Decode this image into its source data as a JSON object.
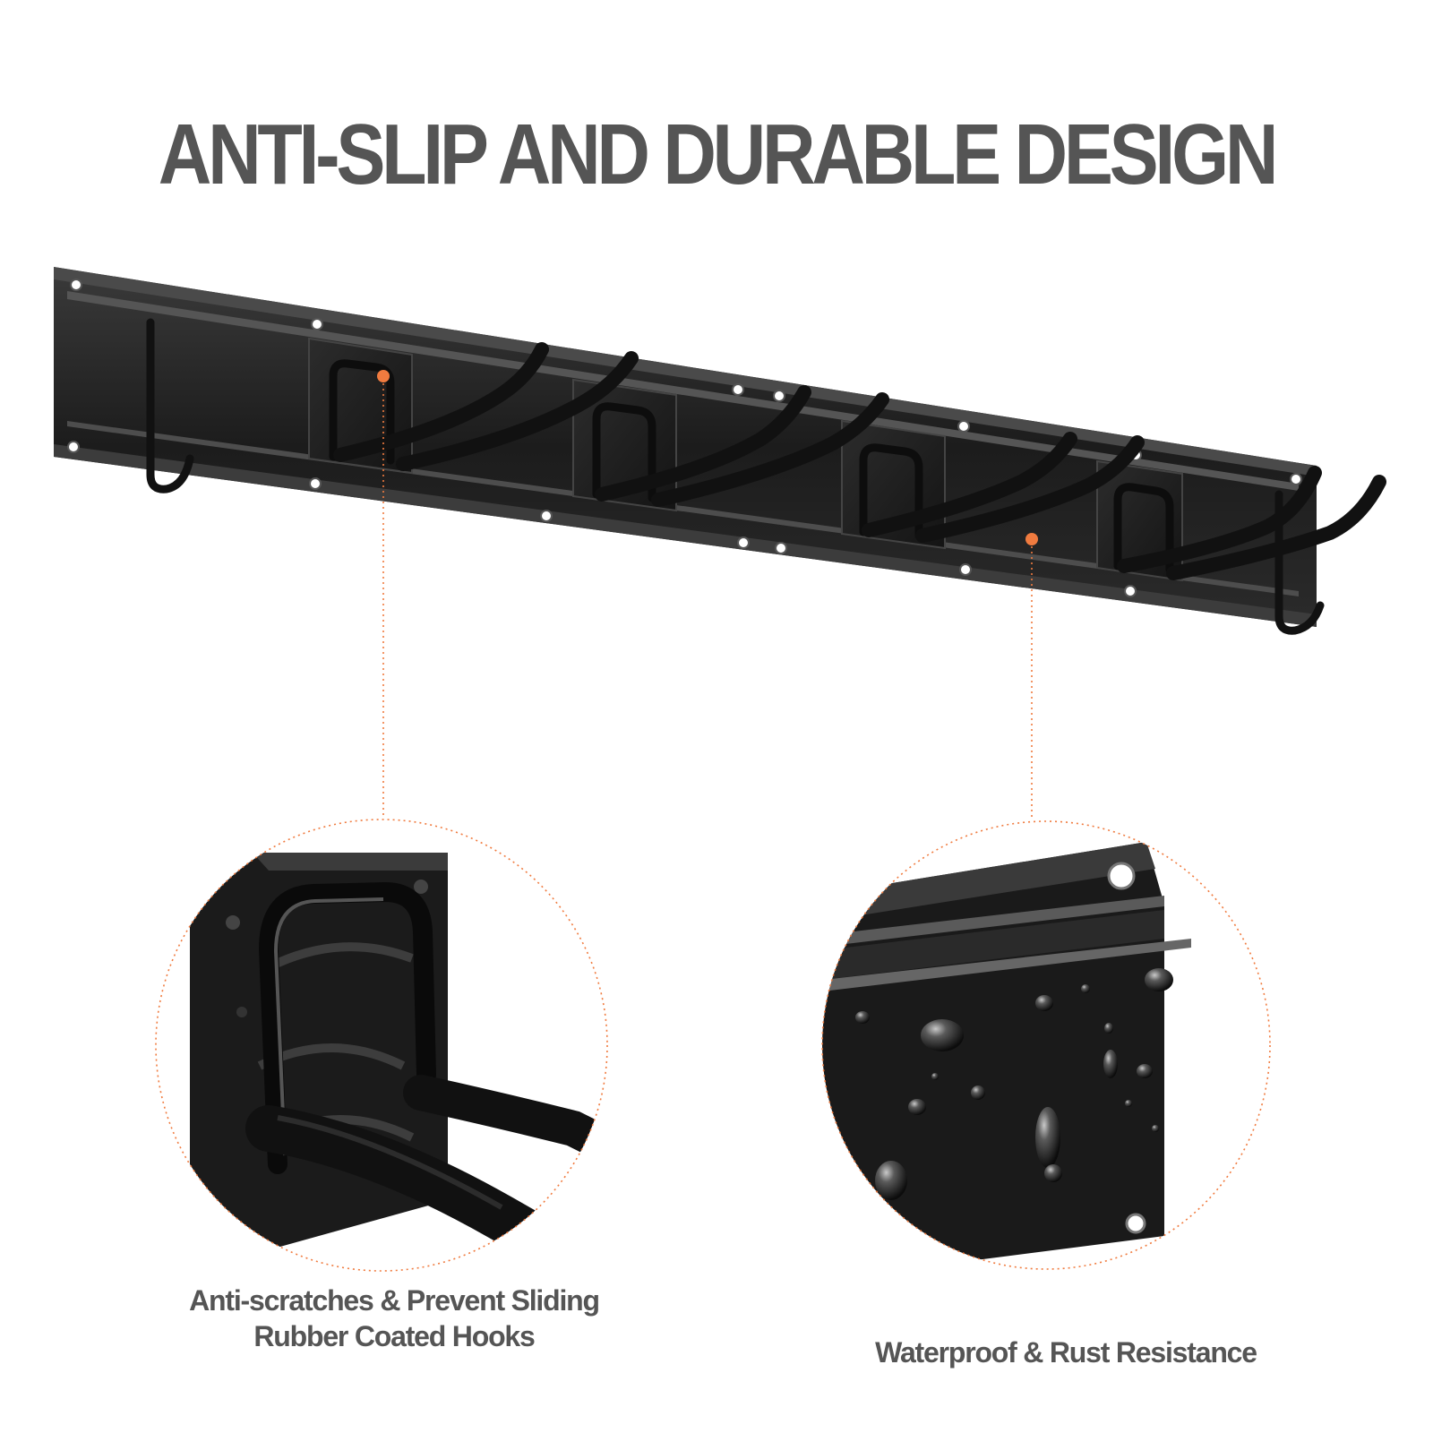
{
  "title": "ANTI-SLIP AND DURABLE DESIGN",
  "colors": {
    "text": "#555555",
    "accent": "#f07b3f",
    "product": "#1c1c1c",
    "background": "#ffffff"
  },
  "callouts": {
    "left": {
      "icon": "rubber-hook-closeup",
      "line1": "Anti-scratches & Prevent Sliding",
      "line2": "Rubber Coated Hooks"
    },
    "right": {
      "icon": "waterproof-rail-closeup",
      "text": "Waterproof & Rust Resistance"
    }
  },
  "product": {
    "icon": "wall-mount-tool-rack"
  }
}
